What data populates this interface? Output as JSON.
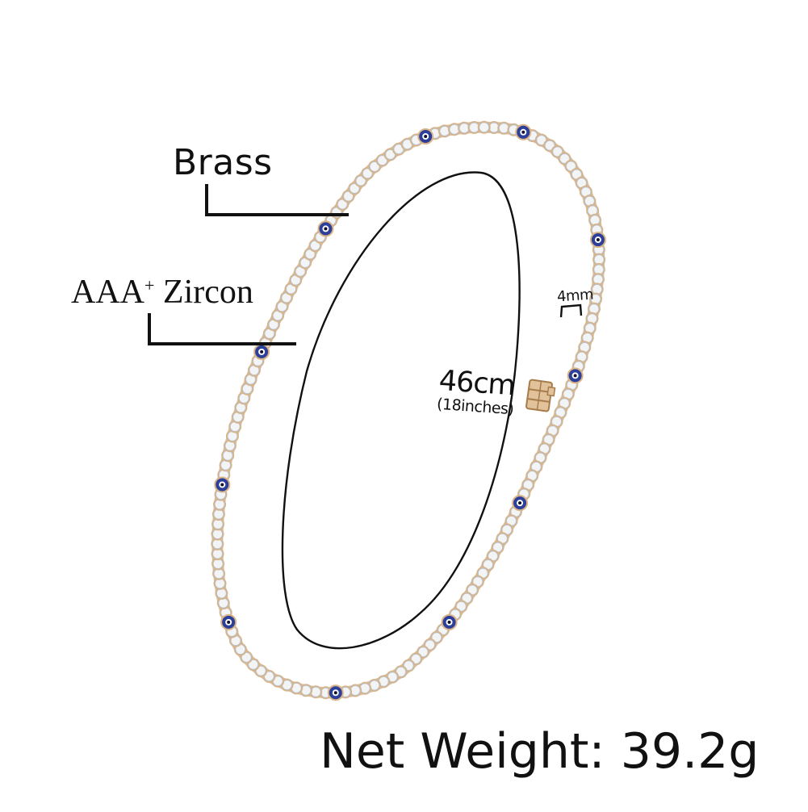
{
  "labels": {
    "material": "Brass",
    "stone_grade": "AAA",
    "stone_grade_superscript": "+",
    "stone_type": "Zircon",
    "length_metric": "46cm",
    "length_imperial": "(18inches)",
    "chain_width": "4mm",
    "net_weight": "Net Weight: 39.2g"
  },
  "colors": {
    "background": "#ffffff",
    "metal_gold": "#d9b488",
    "metal_shadow": "#b88d5e",
    "stone_white": "#f2f4f6",
    "stone_shade": "#b9c0c8",
    "evil_eye_blue": "#2c3f9a",
    "evil_eye_iris": "#ffffff",
    "evil_eye_pupil": "#101030",
    "line_black": "#111111"
  },
  "icons": {
    "chain": "tennis-chain-with-evil-eye-beads",
    "clasp": "box-clasp-icon"
  }
}
